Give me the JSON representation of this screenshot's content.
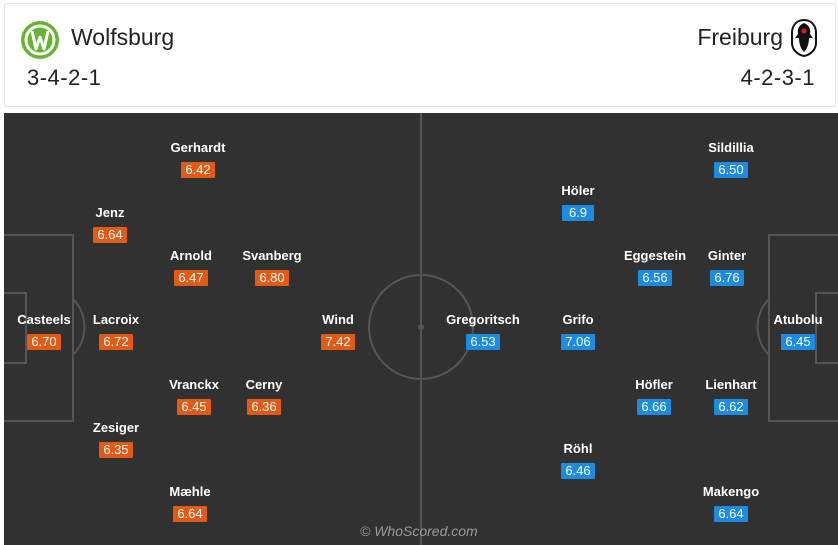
{
  "home": {
    "name": "Wolfsburg",
    "formation": "3-4-2-1",
    "crest_icon": "wolfsburg-crest-icon",
    "color": "#e35a14",
    "players": [
      {
        "name": "Gerhardt",
        "rating": "6.42"
      },
      {
        "name": "Jenz",
        "rating": "6.64"
      },
      {
        "name": "Arnold",
        "rating": "6.47"
      },
      {
        "name": "Svanberg",
        "rating": "6.80"
      },
      {
        "name": "Casteels",
        "rating": "6.70"
      },
      {
        "name": "Lacroix",
        "rating": "6.72"
      },
      {
        "name": "Wind",
        "rating": "7.42"
      },
      {
        "name": "Vranckx",
        "rating": "6.45"
      },
      {
        "name": "Cerny",
        "rating": "6.36"
      },
      {
        "name": "Zesiger",
        "rating": "6.35"
      },
      {
        "name": "Mæhle",
        "rating": "6.64"
      }
    ]
  },
  "away": {
    "name": "Freiburg",
    "formation": "4-2-3-1",
    "crest_icon": "freiburg-crest-icon",
    "color": "#1b8ce1",
    "players": [
      {
        "name": "Sildillia",
        "rating": "6.50"
      },
      {
        "name": "Höler",
        "rating": "6.9"
      },
      {
        "name": "Eggestein",
        "rating": "6.56"
      },
      {
        "name": "Ginter",
        "rating": "6.76"
      },
      {
        "name": "Gregoritsch",
        "rating": "6.53"
      },
      {
        "name": "Grifo",
        "rating": "7.06"
      },
      {
        "name": "Atubolu",
        "rating": "6.45"
      },
      {
        "name": "Höfler",
        "rating": "6.66"
      },
      {
        "name": "Lienhart",
        "rating": "6.62"
      },
      {
        "name": "Röhl",
        "rating": "6.46"
      },
      {
        "name": "Makengo",
        "rating": "6.64"
      }
    ]
  },
  "watermark": "© WhoScored.com"
}
